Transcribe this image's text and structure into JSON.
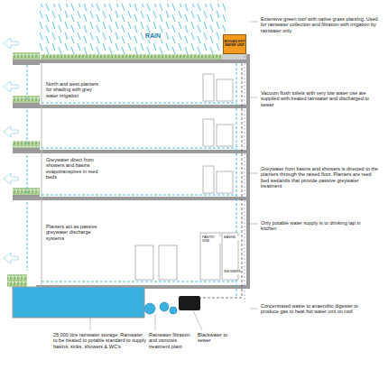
{
  "diagram": {
    "nodes": [
      {
        "text": [
          "BIOGAS HOT WATER UNIT"
        ]
      }
    ],
    "labels": [
      "RAIN",
      "Extensive green roof with native grass planting. Used for rainwater collection and filtration with irrigation by rainwater only",
      "North and west planters for shading with grey water irrigation",
      "Vacuum flush toilets with very low water use are supplied with treated rainwater and discharged to sewer",
      "Greywater direct from showers and basins evapotranspires in reed beds",
      "Greywater from basins and showers is directed to the planters through the raised floor. Planters are reed bed wetlands that provide passive greywater treatment",
      "Planters act as passive greywater discharge systems",
      "Only potable water supply is to drinking tap in kitchen",
      "PANTRY SINK",
      "BASINS",
      "SHOWERS",
      "Concentrated waste to anaerobic digester to produce gas to heat hot water unit on roof",
      "25,000 litre rainwater storage. Rainwater to be treated to potable standard to supply basins, sinks, showers & WC's",
      "Rainwater filtration and osmosis treatment plant",
      "Blackwater to sewer"
    ]
  }
}
